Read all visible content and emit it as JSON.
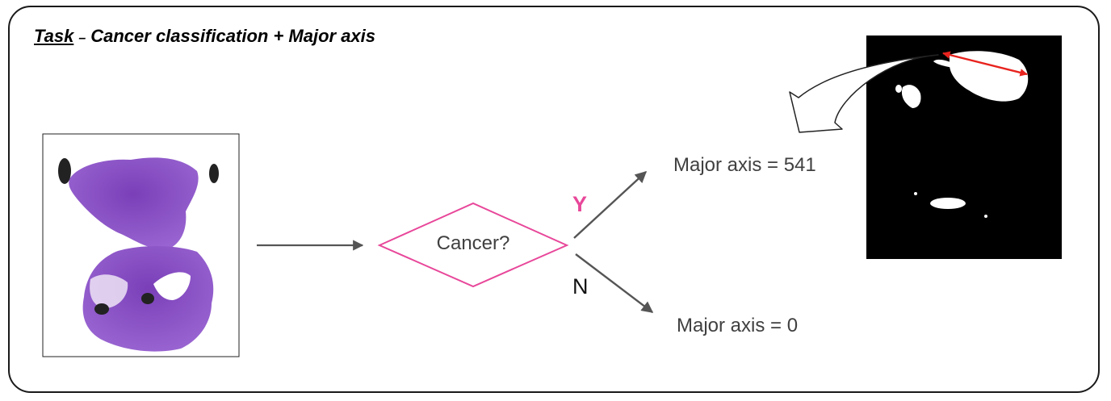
{
  "title": {
    "task": "Task",
    "separator": "–",
    "rest": "Cancer classification + Major axis"
  },
  "decision": {
    "question": "Cancer?",
    "yes": "Y",
    "no": "N"
  },
  "outputs": {
    "yes_result": "Major axis = 541",
    "no_result": "Major axis = 0"
  },
  "colors": {
    "decision_border": "#e8479a",
    "yes_label": "#e8479a",
    "arrow": "#555555",
    "tissue": "#8e54c8",
    "major_axis": "#e8231e",
    "mask_background": "#000000"
  },
  "images": {
    "histology": "he-stained-tissue-slide",
    "mask": "binary-segmentation-mask"
  }
}
